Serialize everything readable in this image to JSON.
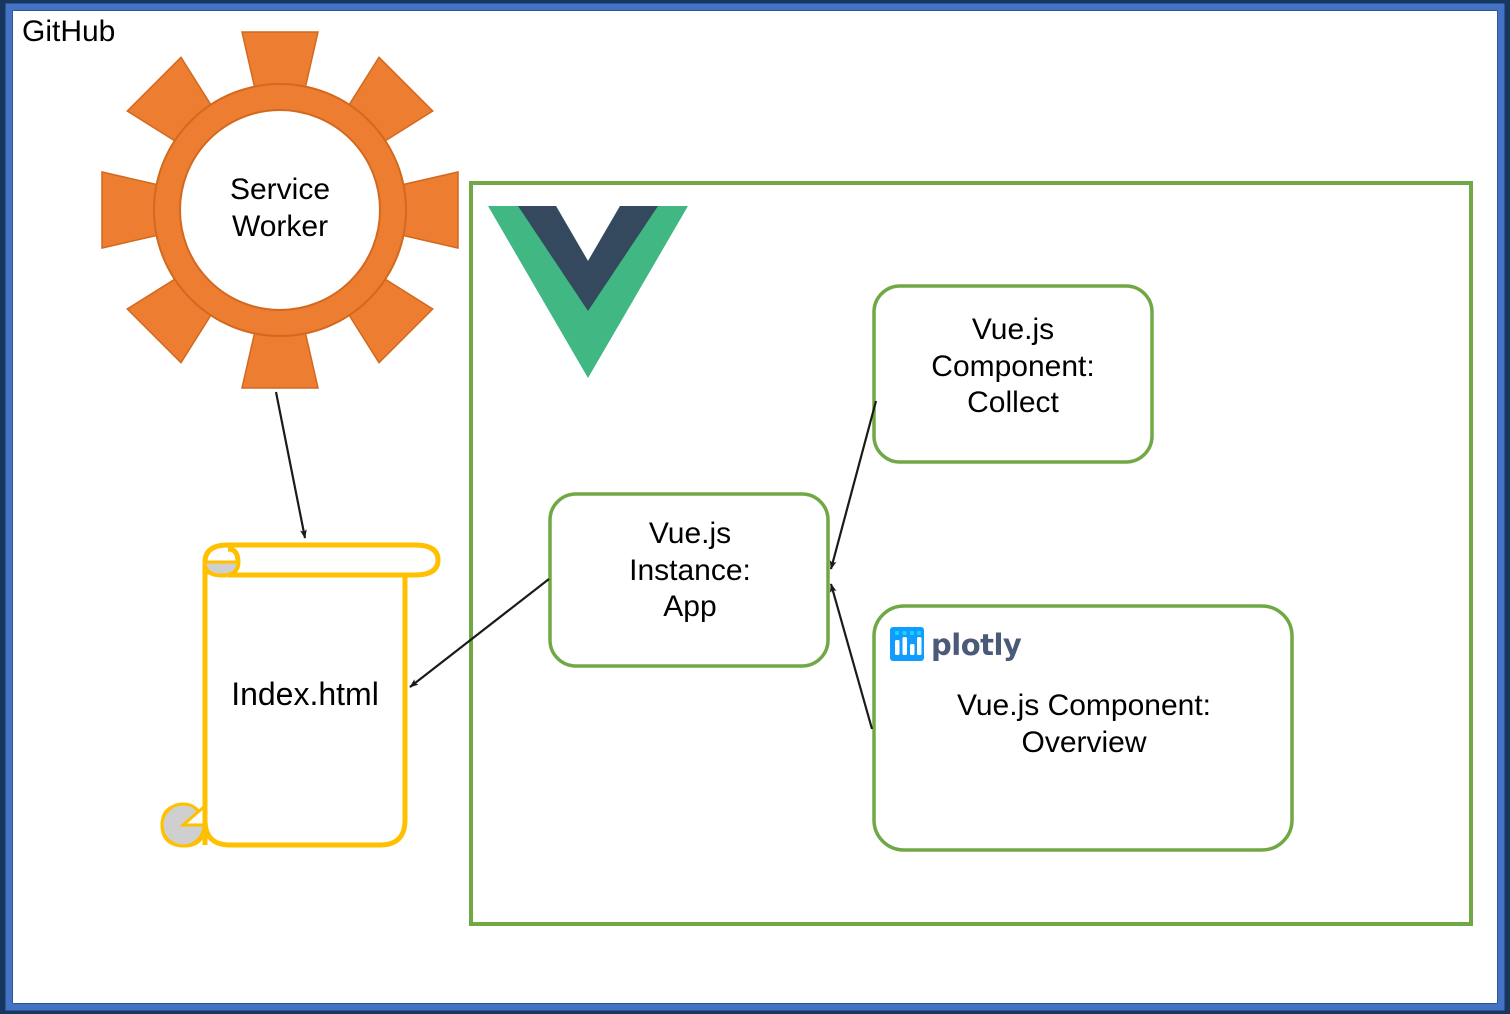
{
  "diagram": {
    "title": "GitHub",
    "type": "architecture-diagram",
    "outer_container": {
      "label": "GitHub",
      "border_color": "#4472C4",
      "outline_color": "#17375E"
    },
    "vue_container": {
      "logo_name": "vue-logo",
      "border_color": "#70A845",
      "logo_colors": {
        "green": "#41B883",
        "dark": "#35495E"
      }
    },
    "nodes": [
      {
        "id": "service-worker",
        "label": "Service\nWorker",
        "shape": "gear",
        "color": "#ED7D31",
        "teeth": 8
      },
      {
        "id": "index-html",
        "label": "Index.html",
        "shape": "scroll-document",
        "color": "#FFC000",
        "curl_color": "#D0D0D0"
      },
      {
        "id": "vue-instance-app",
        "label": "Vue.js\nInstance:\nApp",
        "shape": "rounded-rect",
        "color": "#70A845"
      },
      {
        "id": "vue-component-collect",
        "label": "Vue.js\nComponent:\nCollect",
        "shape": "rounded-rect",
        "color": "#70A845"
      },
      {
        "id": "vue-component-overview",
        "label": "Vue.js Component:\nOverview",
        "shape": "rounded-rect",
        "color": "#70A845",
        "badge": {
          "name": "plotly-logo",
          "text": "plotly",
          "icon_color": "#119DFF",
          "dot_color": "#19D3F3",
          "text_color": "#4B5A78"
        }
      }
    ],
    "edges": [
      {
        "id": "sw-to-index",
        "from": "service-worker",
        "to": "index-html",
        "arrow": "end"
      },
      {
        "id": "app-to-index",
        "from": "vue-instance-app",
        "to": "index-html",
        "arrow": "end"
      },
      {
        "id": "collect-to-app",
        "from": "vue-component-collect",
        "to": "vue-instance-app",
        "arrow": "end"
      },
      {
        "id": "overview-to-app",
        "from": "vue-component-overview",
        "to": "vue-instance-app",
        "arrow": "end"
      }
    ]
  }
}
